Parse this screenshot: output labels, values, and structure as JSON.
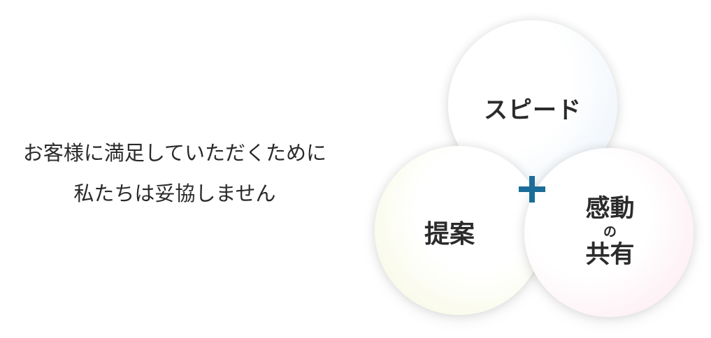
{
  "tagline": {
    "line1": "お客様に満足していただくために",
    "line2": "私たちは妥協しません"
  },
  "diagram": {
    "speed": {
      "label": "スピード",
      "tint": "#e8f1fa"
    },
    "proposal": {
      "label": "提案",
      "tint": "#f6f8dc"
    },
    "share": {
      "line1": "感動",
      "connector": "の",
      "line2": "共有",
      "tint": "#fde7ee"
    },
    "plus_icon": {
      "color": "#1a6d99"
    }
  }
}
